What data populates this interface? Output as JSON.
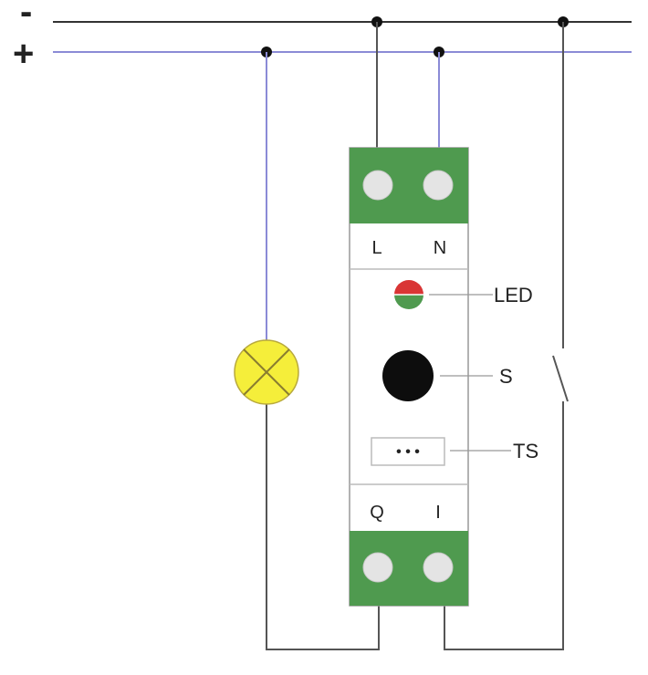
{
  "rails": {
    "minus_label": "-",
    "plus_label": "+"
  },
  "module": {
    "top_terminals": [
      "L",
      "N"
    ],
    "bottom_terminals": [
      "Q",
      "I"
    ],
    "callouts": {
      "led": "LED",
      "switch": "S",
      "ts": "TS"
    },
    "ts_display": "• • •"
  },
  "colors": {
    "terminal_green": "#4f9a4f",
    "led_top": "#d93535",
    "led_bottom": "#4f9a4f",
    "lamp": "#f5ee3a",
    "plus_wire": "#8b8bd6",
    "minus_wire": "#333333"
  }
}
